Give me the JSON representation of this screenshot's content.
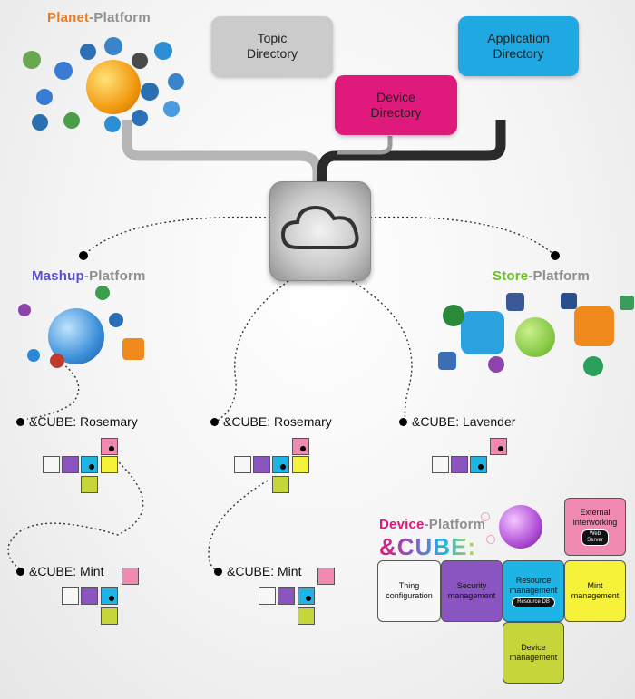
{
  "planet": {
    "highlight": "Planet",
    "rest": "-Platform",
    "color": "#f07a1a"
  },
  "mashup": {
    "highlight": "Mashup",
    "rest": "-Platform",
    "color": "#5a4fd6"
  },
  "store": {
    "highlight": "Store",
    "rest": "-Platform",
    "color": "#6ac21f"
  },
  "device": {
    "highlight": "Device",
    "rest": "-Platform",
    "color": "#e0187a"
  },
  "directories": {
    "topic": {
      "label": "Topic\nDirectory",
      "color": "#cbcbcb"
    },
    "device": {
      "label": "Device\nDirectory",
      "color": "#e0197c"
    },
    "application": {
      "label": "Application\nDirectory",
      "color": "#1fa8e2"
    }
  },
  "cubes": [
    {
      "label": "&CUBE: Rosemary"
    },
    {
      "label": "&CUBE: Rosemary"
    },
    {
      "label": "&CUBE: Lavender"
    },
    {
      "label": "&CUBE: Mint"
    },
    {
      "label": "&CUBE: Mint"
    }
  ],
  "andcube_logo": "&CUBE:",
  "modules": {
    "thing": "Thing\nconfiguration",
    "security": "Security\nmanagement",
    "resource": "Resource\nmanagement",
    "resource_db": "Resource DB",
    "mint": "Mint\nmanagement",
    "device": "Device\nmanagement",
    "external": "External\ninterworking",
    "web_server": "Web\nServer"
  },
  "colors": {
    "white": "#f7f7f7",
    "purple": "#8a55c0",
    "cyan": "#1fb4e6",
    "yellow": "#f6f23a",
    "pink": "#f08ab0",
    "lime": "#c6d63a"
  }
}
